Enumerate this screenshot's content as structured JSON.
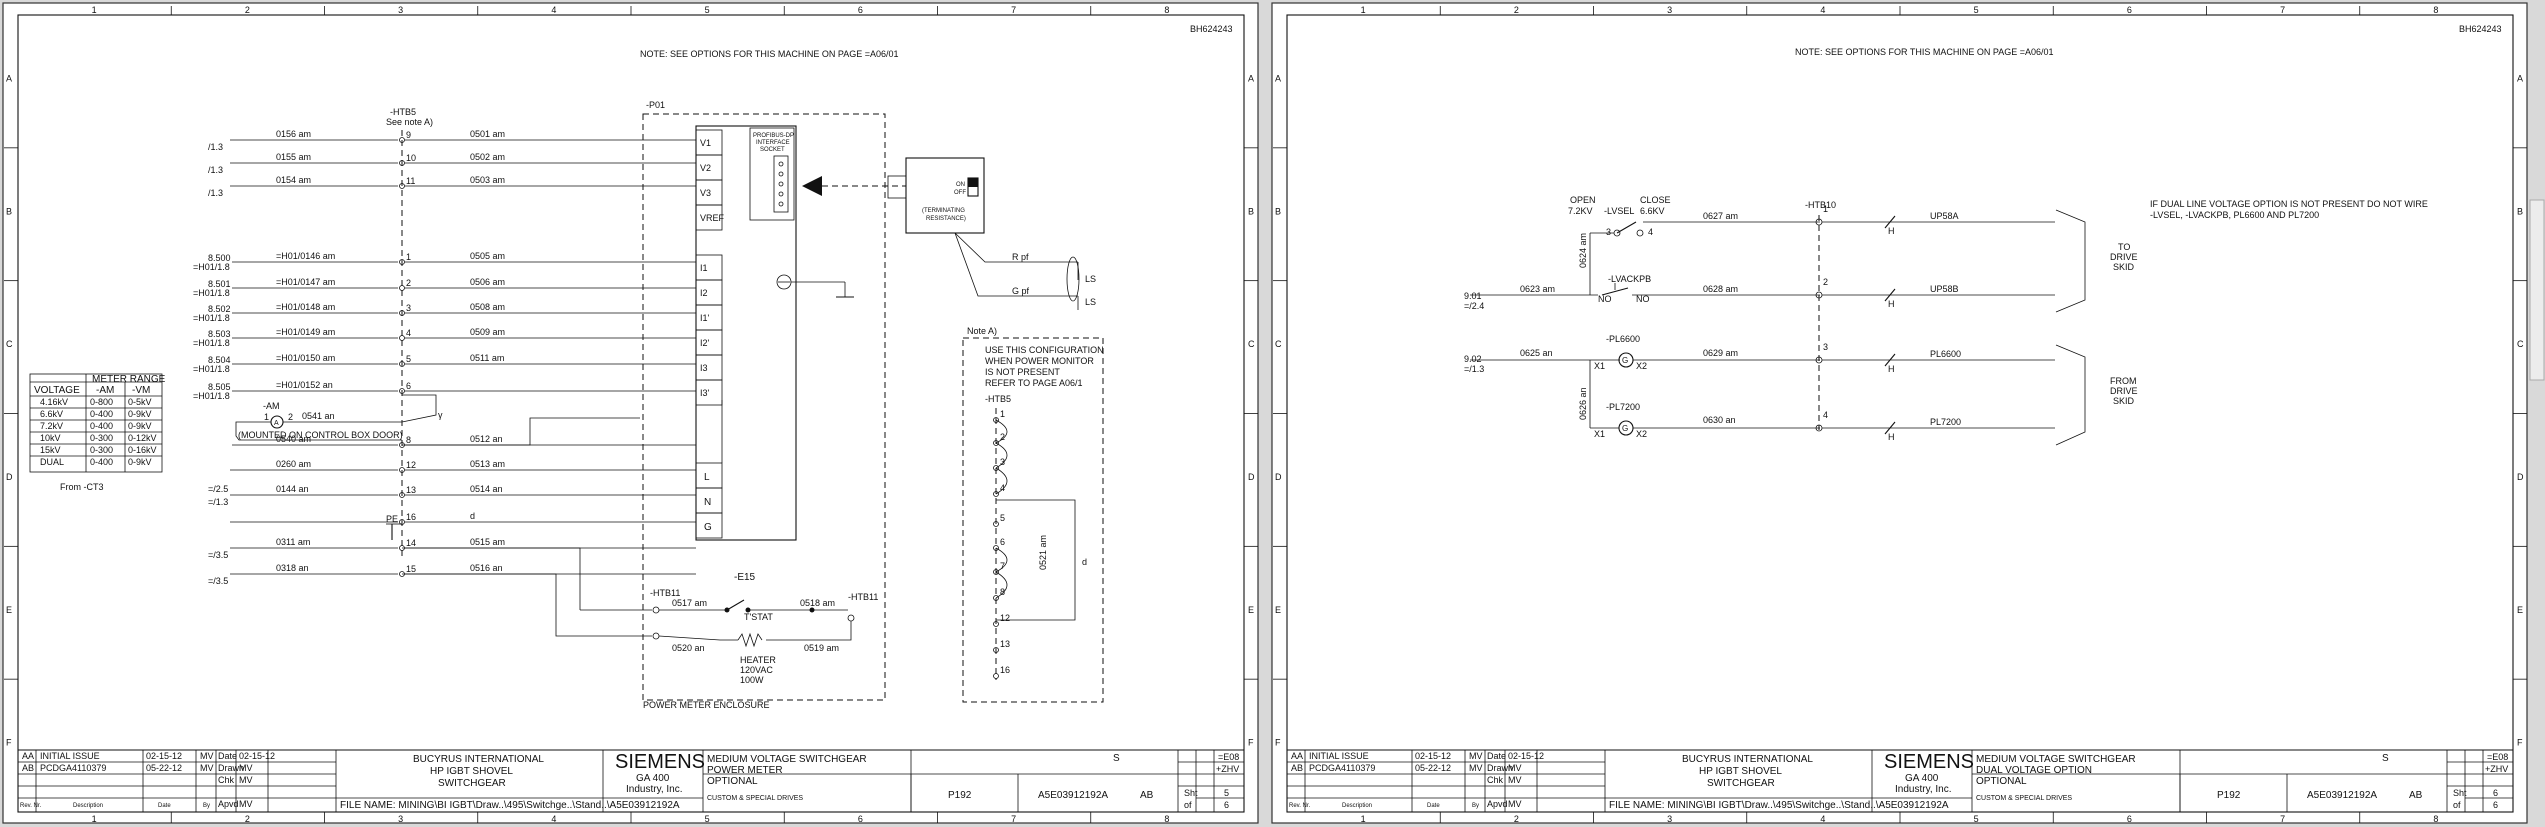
{
  "sheet1": {
    "drawing_no": "BH624243",
    "note": "NOTE: SEE OPTIONS FOR THIS MACHINE ON PAGE =A06/01",
    "htb5_label": "-HTB5",
    "see_note": "See note A)",
    "p01_label": "-P01",
    "profibus_lines": [
      "PROFIBUS-DP",
      "INTERFACE",
      "SOCKET"
    ],
    "meter_inputs": [
      "V1",
      "V2",
      "V3",
      "VREF",
      "I1",
      "I2",
      "I1'",
      "I2'",
      "I3",
      "I3'"
    ],
    "switch_labels": [
      "ON",
      "OFF",
      "(TERMINATING",
      "RESISTANCE)"
    ],
    "rpf": "R  pf",
    "gpf": "G  pf",
    "ls": "LS",
    "rows": [
      {
        "left": "/1.3",
        "w1": "0156  am",
        "t": "9",
        "w2": "0501  am"
      },
      {
        "left": "/1.3",
        "w1": "0155  am",
        "t": "10",
        "w2": "0502  am"
      },
      {
        "left": "/1.3",
        "w1": "0154  am",
        "t": "11",
        "w2": "0503  am"
      },
      {
        "left": "8.500 =H01/1.8",
        "w1": "=H01/0146  am",
        "t": "1",
        "w2": "0505  am"
      },
      {
        "left": "8.501 =H01/1.8",
        "w1": "=H01/0147  am",
        "t": "2",
        "w2": "0506  am"
      },
      {
        "left": "8.502 =H01/1.8",
        "w1": "=H01/0148  am",
        "t": "3",
        "w2": "0508  am"
      },
      {
        "left": "8.503 =H01/1.8",
        "w1": "=H01/0149  am",
        "t": "4",
        "w2": "0509  am"
      },
      {
        "left": "8.504 =H01/1.8",
        "w1": "=H01/0150  am",
        "t": "5",
        "w2": "0511  am"
      },
      {
        "left": "8.505 =H01/1.8",
        "w1": "=H01/0152  an",
        "t": "6",
        "w2": ""
      },
      {
        "left": "",
        "w1": "0540  am",
        "t": "8",
        "w2": "0512  an"
      },
      {
        "left": "",
        "w1": "0260  am",
        "t": "12",
        "w2": "0513  am"
      },
      {
        "left": "=/2.5",
        "w1": "",
        "t": "",
        "w2": ""
      },
      {
        "left": "=/1.3",
        "w1": "0144  an",
        "t": "13",
        "w2": "0514  an"
      },
      {
        "left": "",
        "w1": "",
        "t": "16",
        "w2": "d"
      },
      {
        "left": "=/3.5",
        "w1": "0311  am",
        "t": "14",
        "w2": "0515  am"
      },
      {
        "left": "=/3.5",
        "w1": "0318  an",
        "t": "15",
        "w2": "0516  an"
      }
    ],
    "am_label": "-AM",
    "am_wire": "0541  an",
    "mounted": "(MOUNTED ON CONTROL BOX DOOR)",
    "pe": "PE",
    "lng": [
      "L",
      "N",
      "G"
    ],
    "meter_range": {
      "title": "METER RANGE",
      "headers": [
        "VOLTAGE",
        "-AM",
        "-VM"
      ],
      "rows": [
        [
          "4.16kV",
          "0-800",
          "0-5kV"
        ],
        [
          "6.6kV",
          "0-400",
          "0-9kV"
        ],
        [
          "7.2kV",
          "0-400",
          "0-9kV"
        ],
        [
          "10kV",
          "0-300",
          "0-12kV"
        ],
        [
          "15kV",
          "0-300",
          "0-16kV"
        ],
        [
          "DUAL",
          "0-400",
          "0-9kV"
        ]
      ],
      "footer": "From -CT3"
    },
    "e15": "-E15",
    "htb11a": "-HTB11",
    "htb11b": "-HTB11",
    "w0517": "0517  am",
    "w0518": "0518  am",
    "w0520": "0520  an",
    "w0519": "0519  am",
    "tstat": "T'STAT",
    "heater_lines": [
      "HEATER",
      "120VAC",
      "100W"
    ],
    "enclosure": "POWER METER ENCLOSURE",
    "note_a_title": "Note A)",
    "note_a_lines": [
      "USE THIS CONFIGURATION",
      "WHEN POWER MONITOR",
      "IS NOT PRESENT",
      "REFER TO PAGE A06/1"
    ],
    "note_a_htb": "-HTB5",
    "note_a_terms": [
      "1",
      "2",
      "3",
      "4",
      "5",
      "6",
      "7",
      "8",
      "12",
      "13",
      "16"
    ],
    "note_a_wire": "0521  am",
    "title_block": {
      "revs": [
        [
          "AA",
          "INITIAL ISSUE",
          "02-15-12",
          "MV"
        ],
        [
          "AB",
          "PCDGA4110379",
          "05-22-12",
          "MV"
        ]
      ],
      "date_lbl": "Date",
      "date_val": "02-15-12",
      "drawn_lbl": "Drawn",
      "drawn_val": "MV",
      "chk_lbl": "Chk",
      "chk_val": "MV",
      "apvd_lbl": "Apvd",
      "apvd_val": "MV",
      "hdr": [
        "Rev. Nr.",
        "Description",
        "Date",
        "By"
      ],
      "company": [
        "BUCYRUS INTERNATIONAL",
        "HP IGBT SHOVEL",
        "SWITCHGEAR"
      ],
      "filename": "FILE NAME: MINING\\BI IGBT\\Draw..\\495\\Switchge..\\Stand..\\A5E03912192A",
      "siemens": "SIEMENS",
      "siemens_sub": [
        "GA 400",
        "Industry, Inc."
      ],
      "desc": [
        "MEDIUM VOLTAGE SWITCHGEAR",
        "POWER METER",
        "OPTIONAL"
      ],
      "desc_sub": "CUSTOM & SPECIAL DRIVES",
      "s": "S",
      "p": "P192",
      "doc": "A5E03912192A",
      "rev": "AB",
      "e": "=E08",
      "zhv": "+ZHV",
      "sht_lbl": "Sht",
      "sht": "5",
      "of_lbl": "of",
      "of": "6"
    }
  },
  "sheet2": {
    "drawing_no": "BH624243",
    "note": "NOTE: SEE OPTIONS FOR THIS MACHINE ON PAGE =A06/01",
    "open": "OPEN",
    "open_kv": "7.2KV",
    "close": "CLOSE",
    "close_kv": "6.6KV",
    "lvsel": "-LVSEL",
    "lvackpb": "-LVACKPB",
    "no1": "NO",
    "no2": "NO",
    "htb10": "-HTB10",
    "terms": [
      "1",
      "2",
      "3",
      "4"
    ],
    "w0627": "0627  am",
    "w0628": "0628  am",
    "w0623": "0623  am",
    "w0624": "0624  am",
    "w0625": "0625  an",
    "w0629": "0629  am",
    "w0626": "0626  an",
    "w0630": "0630  an",
    "ref1": "9.01",
    "ref1b": "=/2.4",
    "ref2": "9.02",
    "ref2b": "=/1.3",
    "pl6600": "-PL6600",
    "pl7200": "-PL7200",
    "g": "G",
    "x1": "X1",
    "x2": "X2",
    "h": "H",
    "outs": [
      "UP58A",
      "UP58B",
      "PL6600",
      "PL7200"
    ],
    "to_drive": [
      "TO",
      "DRIVE",
      "SKID"
    ],
    "from_drive": [
      "FROM",
      "DRIVE",
      "SKID"
    ],
    "info": [
      "IF DUAL LINE VOLTAGE OPTION IS NOT PRESENT DO NOT WIRE",
      "-LVSEL, -LVACKPB, PL6600 AND PL7200"
    ],
    "title_block": {
      "desc": [
        "MEDIUM VOLTAGE SWITCHGEAR",
        "DUAL VOLTAGE OPTION",
        "OPTIONAL"
      ],
      "sht": "6",
      "of": "6"
    }
  },
  "grid": {
    "cols": [
      "1",
      "2",
      "3",
      "4",
      "5",
      "6",
      "7",
      "8"
    ],
    "rows": [
      "A",
      "B",
      "C",
      "D",
      "E",
      "F"
    ]
  }
}
